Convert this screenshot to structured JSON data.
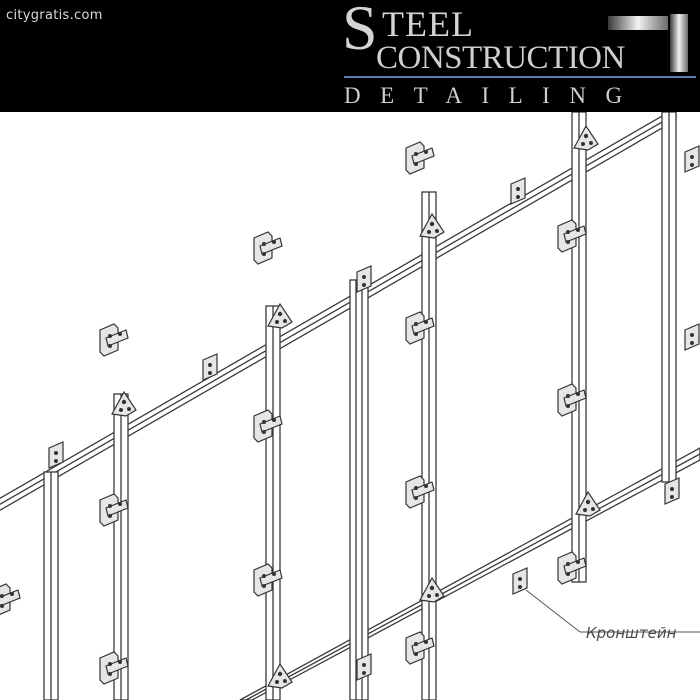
{
  "watermark": "citygratis.com",
  "logo": {
    "line1_initial": "S",
    "line1_rest": "TEEL",
    "line2": "CONSTRUCTION",
    "line3": "DETAILING"
  },
  "callout_label": "Кронштейн",
  "colors": {
    "header_bg": "#000000",
    "logo_text": "#d4d4d4",
    "logo_rule": "#5a7fae",
    "line": "#3a3a3a",
    "metal_fill": "#e6e6e6"
  }
}
